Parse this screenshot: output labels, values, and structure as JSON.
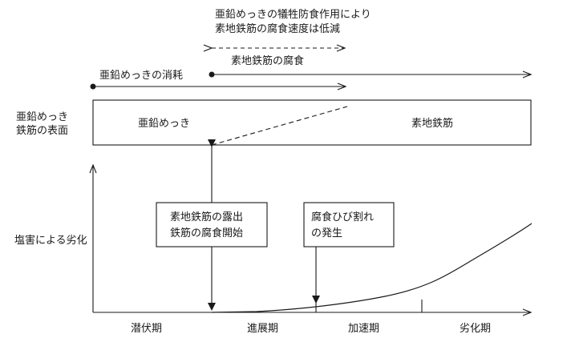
{
  "top_note": {
    "line1": "亜鉛めっきの犠牲防食作用により",
    "line2": "素地鉄筋の腐食速度は低減"
  },
  "arrows": {
    "steel_corrosion": "素地鉄筋の腐食",
    "zinc_consumption": "亜鉛めっきの消耗"
  },
  "surface": {
    "label_line1": "亜鉛めっき",
    "label_line2": "鉄筋の表面",
    "zinc_region": "亜鉛めっき",
    "steel_region": "素地鉄筋"
  },
  "y_axis_label": "塩害による劣化",
  "events": {
    "exposure_line1": "素地鉄筋の露出",
    "exposure_line2": "鉄筋の腐食開始",
    "cracking_line1": "腐食ひび割れ",
    "cracking_line2": "の発生"
  },
  "phases": [
    "潜伏期",
    "進展期",
    "加速期",
    "劣化期"
  ]
}
